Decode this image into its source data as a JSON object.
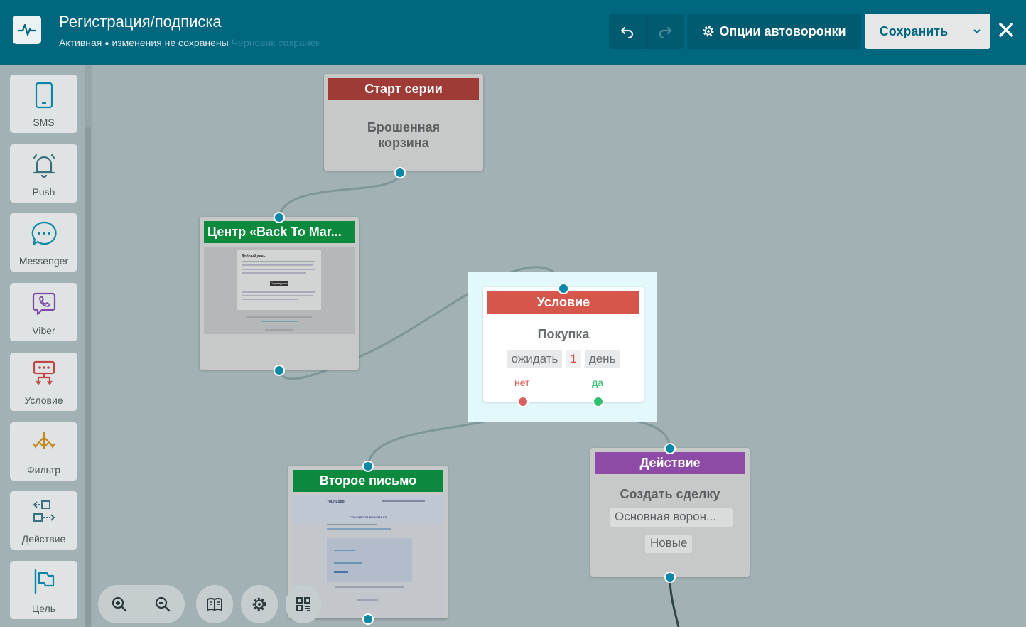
{
  "header": {
    "title": "Регистрация/подписка",
    "status": "Активная",
    "unsaved": "изменения не сохранены",
    "draft": "Черновик сохранен",
    "options_label": "Опции автоворонки",
    "save_label": "Сохранить"
  },
  "sidebar": {
    "items": [
      {
        "label": "SMS",
        "icon": "phone-icon"
      },
      {
        "label": "Push",
        "icon": "bell-icon"
      },
      {
        "label": "Messenger",
        "icon": "chat-icon"
      },
      {
        "label": "Viber",
        "icon": "viber-icon"
      },
      {
        "label": "Условие",
        "icon": "condition-icon"
      },
      {
        "label": "Фильтр",
        "icon": "filter-icon"
      },
      {
        "label": "Действие",
        "icon": "action-icon"
      },
      {
        "label": "Цель",
        "icon": "flag-icon"
      }
    ]
  },
  "canvas": {
    "start": {
      "header": "Старт серии",
      "body_line1": "Брошенная",
      "body_line2": "корзина",
      "color": "#9f3b37"
    },
    "email1": {
      "header": "Центр «Back To Mar...",
      "color": "#0b8a3e",
      "preview_greeting": "Добрый день!",
      "preview_button": "Подтвердить"
    },
    "condition": {
      "header": "Условие",
      "body": "Покупка",
      "wait": "ожидать",
      "wait_num": "1",
      "wait_unit": "день",
      "no": "нет",
      "yes": "да",
      "color": "#d5564b"
    },
    "email2": {
      "header": "Второе письмо",
      "color": "#0b8a3e",
      "preview_logo": "Your Logo",
      "preview_title": "СПАСИБО ЗА ВАШ ЗАКАЗ!"
    },
    "action": {
      "header": "Действие",
      "body": "Создать сделку",
      "chip1": "Основная ворон...",
      "chip2": "Новые",
      "color": "#8d4aa6"
    }
  }
}
